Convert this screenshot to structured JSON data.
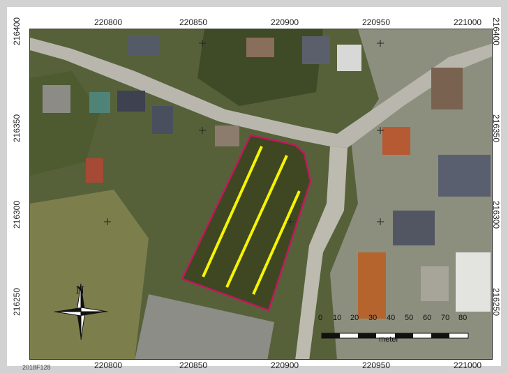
{
  "map": {
    "id_label": "2018F128",
    "x_coords_top": [
      "220800",
      "220850",
      "220900",
      "220950",
      "221000"
    ],
    "x_coords_bottom": [
      "220800",
      "220850",
      "220900",
      "220950",
      "221000"
    ],
    "y_coords_left": [
      "216400",
      "216350",
      "216300",
      "216250"
    ],
    "y_coords_right": [
      "216400",
      "216350",
      "216300",
      "216250"
    ],
    "north_label": "N",
    "scale_bar": {
      "ticks": [
        "0",
        "10",
        "20",
        "30",
        "40",
        "50",
        "60",
        "70",
        "80"
      ],
      "unit": "meter"
    },
    "colors": {
      "study_area_outline": "#c2185b",
      "trench_lines": "#f5f500",
      "frame": "#d2d2d2"
    },
    "icons": [
      "north-arrow-icon"
    ]
  }
}
